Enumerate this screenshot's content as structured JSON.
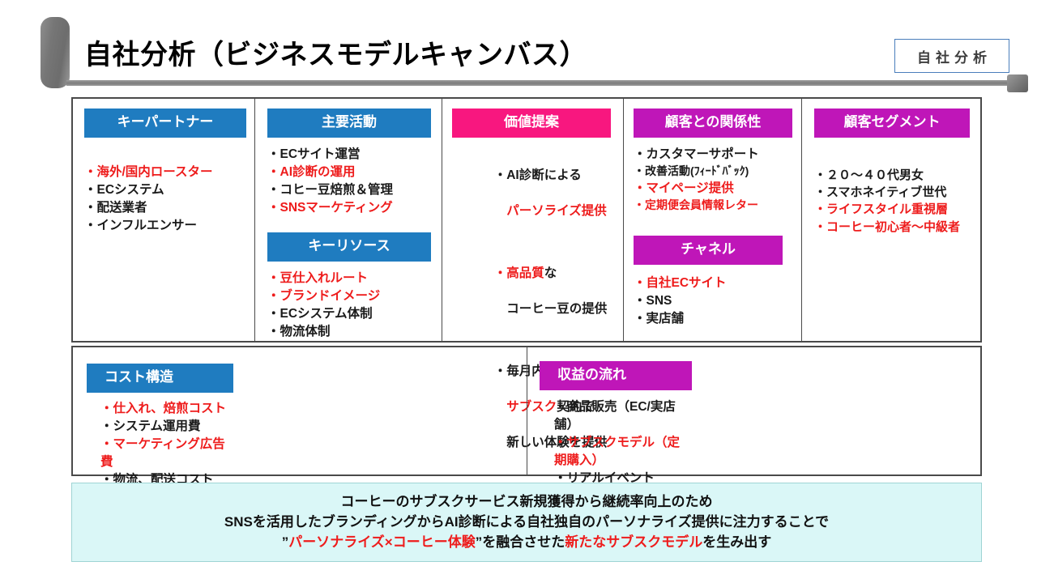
{
  "header": {
    "title": "自社分析（ビジネスモデルキャンバス）",
    "badge": "自社分析"
  },
  "colors": {
    "blue": "#1f7cc0",
    "pink": "#f8177f",
    "purple": "#bf16b8",
    "red": "#ee1c1c",
    "banner_bg": "#daf7f7",
    "border": "#4a4a4a"
  },
  "canvas": {
    "key_partners": {
      "title": "キーパートナー",
      "items": [
        {
          "text": "・海外/国内ロースター",
          "color": "red"
        },
        {
          "text": "・ECシステム",
          "color": "black"
        },
        {
          "text": "・配送業者",
          "color": "black"
        },
        {
          "text": "・インフルエンサー",
          "color": "black"
        }
      ]
    },
    "key_activities": {
      "title": "主要活動",
      "items": [
        {
          "text": "・ECサイト運営",
          "color": "black"
        },
        {
          "text": "・AI診断の運用",
          "color": "red"
        },
        {
          "text": "・コヒー豆焙煎＆管理",
          "color": "black"
        },
        {
          "text": "・SNSマーケティング",
          "color": "red"
        }
      ]
    },
    "key_resources": {
      "title": "キーリソース",
      "items": [
        {
          "text": "・豆仕入れルート",
          "color": "red"
        },
        {
          "text": "・ブランドイメージ",
          "color": "red"
        },
        {
          "text": "・ECシステム体制",
          "color": "black"
        },
        {
          "text": "・物流体制",
          "color": "black"
        }
      ]
    },
    "value_proposition": {
      "title": "価値提案",
      "items": [
        {
          "line1_black": "・AI診断による",
          "line2_red": "　パーソライズ提供"
        },
        {
          "line1_mixed_red": "・高品質",
          "line1_mixed_black": "な",
          "line2_black": "　コーヒー豆の提供"
        },
        {
          "line1_black": "・毎月内容が変わる",
          "line2_red_prefix": "　サブスク",
          "line2_black_suffix": "契約で",
          "line3_black": "　新しい体験を提供"
        }
      ]
    },
    "customer_relationships": {
      "title": "顧客との関係性",
      "items": [
        {
          "text": "・カスタマーサポート",
          "color": "black"
        },
        {
          "text": "・改善活動(ﾌｨｰﾄﾞﾊﾞｯｸ)",
          "color": "black"
        },
        {
          "text": "・マイページ提供",
          "color": "red"
        },
        {
          "text": "・定期便会員情報レター",
          "color": "red"
        }
      ]
    },
    "channels": {
      "title": "チャネル",
      "items": [
        {
          "text": "・自社ECサイト",
          "color": "red"
        },
        {
          "text": "・SNS",
          "color": "black"
        },
        {
          "text": "・実店舗",
          "color": "black"
        }
      ]
    },
    "customer_segments": {
      "title": "顧客セグメント",
      "items": [
        {
          "text": "・２０～４０代男女",
          "color": "black"
        },
        {
          "text": "・スマホネイティブ世代",
          "color": "black"
        },
        {
          "text": "・ライフスタイル重視層",
          "color": "red"
        },
        {
          "text": "・コーヒー初心者～中級者",
          "color": "red"
        }
      ]
    },
    "cost_structure": {
      "title": "コスト構造",
      "items": [
        {
          "text": "・仕入れ、焙煎コスト",
          "color": "red"
        },
        {
          "text": "・システム運用費",
          "color": "black"
        },
        {
          "text": "・マーケティング広告費",
          "color": "red"
        },
        {
          "text": "・物流、配送コスト",
          "color": "black"
        }
      ]
    },
    "revenue_streams": {
      "title": "収益の流れ",
      "items": [
        {
          "text": "・商品販売（EC/実店舗）",
          "color": "black"
        },
        {
          "text": "・サブスクモデル（定期購入）",
          "color": "red"
        },
        {
          "text": "・リアルイベント",
          "color": "black"
        }
      ]
    }
  },
  "banner": {
    "line1": "コーヒーのサブスクサービス新規獲得から継続率向上のため",
    "line2": "SNSを活用したブランディングからAI診断による自社独自のパーソナライズ提供に注力することで",
    "line3_a": "”",
    "line3_red1": "パーソナライズ×コーヒー体験",
    "line3_b": "”を融合させた",
    "line3_red2": "新たなサブスクモデル",
    "line3_c": "を生み出す"
  }
}
